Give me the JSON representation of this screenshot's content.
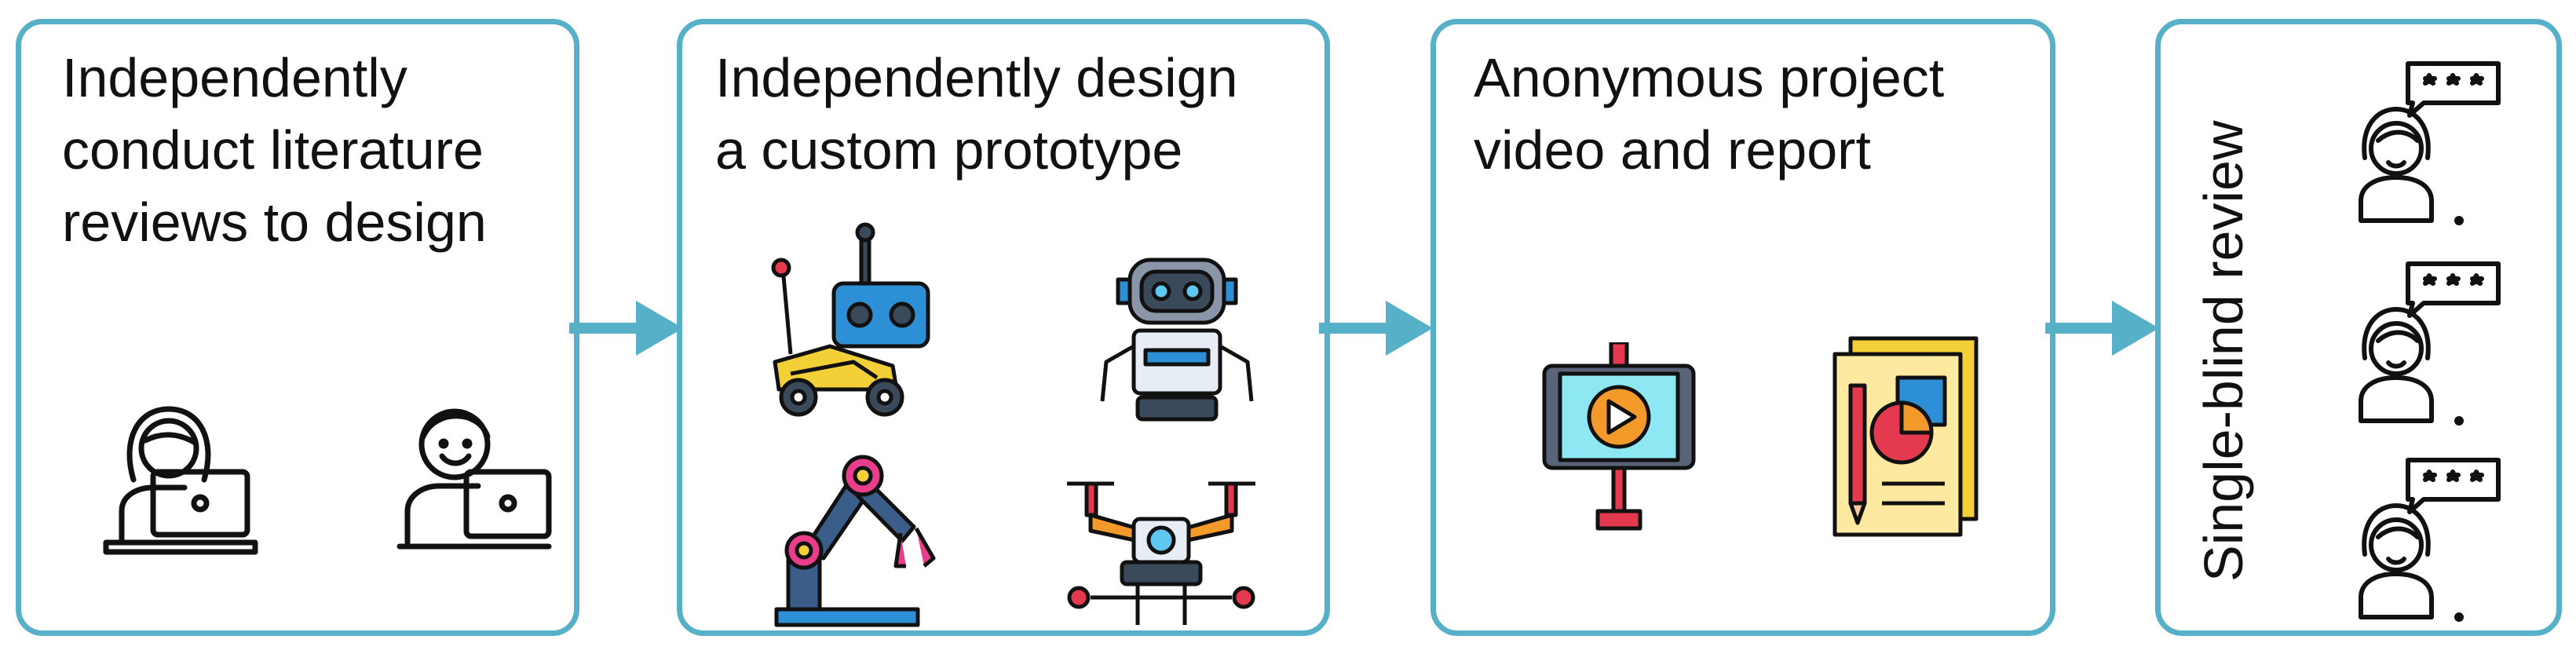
{
  "steps": [
    {
      "title": "Independently\nconduct literature\nreviews to design"
    },
    {
      "title": "Independently design\na custom prototype"
    },
    {
      "title": "Anonymous project\nvideo and report"
    },
    {
      "title": "Single-blind review"
    }
  ],
  "icons": {
    "step1": [
      "student-girl-laptop-icon",
      "student-boy-laptop-icon"
    ],
    "step2": [
      "rc-car-remote-icon",
      "robot-icon",
      "robotic-arm-icon",
      "drone-icon"
    ],
    "step3": [
      "phone-video-icon",
      "report-document-icon"
    ],
    "step4": [
      "reviewer-rating-icon",
      "reviewer-rating-icon",
      "reviewer-rating-icon"
    ]
  },
  "colors": {
    "border": "#56b0c8",
    "arrow": "#56b0c8"
  }
}
